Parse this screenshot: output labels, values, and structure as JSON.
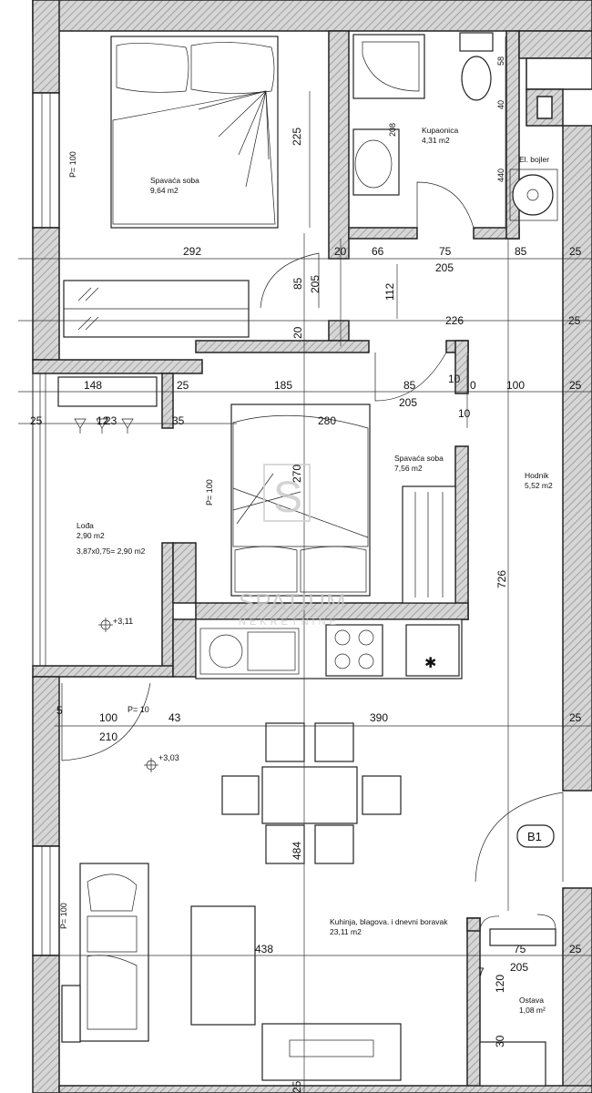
{
  "rooms": {
    "bedroom1": {
      "name": "Spavaća soba",
      "area": "9,64 m2"
    },
    "bathroom": {
      "name": "Kupaonica",
      "area": "4,31 m2"
    },
    "boiler": {
      "name": "El. bojler"
    },
    "bedroom2": {
      "name": "Spavaća soba",
      "area": "7,56 m2"
    },
    "hallway": {
      "name": "Hodnik",
      "area": "5,52 m2"
    },
    "loggia": {
      "name": "Lođa",
      "area": "2,90 m2",
      "formula": "3,87x0,75= 2,90 m2"
    },
    "living": {
      "name": "Kuhinja, blagova. i dnevni boravak",
      "area": "23,11 m2"
    },
    "storage": {
      "name": "Ostava",
      "area": "1,08 m²"
    }
  },
  "parapets": {
    "p1": "P= 100",
    "p2": "P= 100",
    "p3": "P= 10",
    "p4": "P= 100"
  },
  "levels": {
    "loggia": "+3,11",
    "living": "+3,03"
  },
  "entrance_label": "B1",
  "watermark": {
    "logo": "S",
    "line1": "SPATIUM",
    "line2": "NEKRETNINE"
  },
  "dimensions": {
    "d225": "225",
    "d292": "292",
    "d20a": "20",
    "d66": "66",
    "d75a": "75",
    "d85a": "85",
    "d25a": "25",
    "d205a": "205",
    "d85b": "85",
    "d205b": "205",
    "d112": "112",
    "d226": "226",
    "d25b": "25",
    "d20b": "20",
    "d148": "148",
    "d25c": "25",
    "d185": "185",
    "d85c": "85",
    "d10a": "10",
    "d0": "0",
    "d100a": "100",
    "d25d": "25",
    "d205c": "205",
    "d10b": "10",
    "d25e": "25",
    "d12": "12",
    "d23": "23",
    "d35": "35",
    "d280": "280",
    "d270": "270",
    "d726": "726",
    "d58": "58",
    "d40": "40",
    "d208": "208",
    "d440": "440",
    "d5": "5",
    "d100b": "100",
    "d43": "43",
    "d390": "390",
    "d25f": "25",
    "d210": "210",
    "d484": "484",
    "d438": "438",
    "d7": "7",
    "d75b": "75",
    "d205d": "205",
    "d25g": "25",
    "d120": "120",
    "d30": "30",
    "d25h": "25"
  }
}
